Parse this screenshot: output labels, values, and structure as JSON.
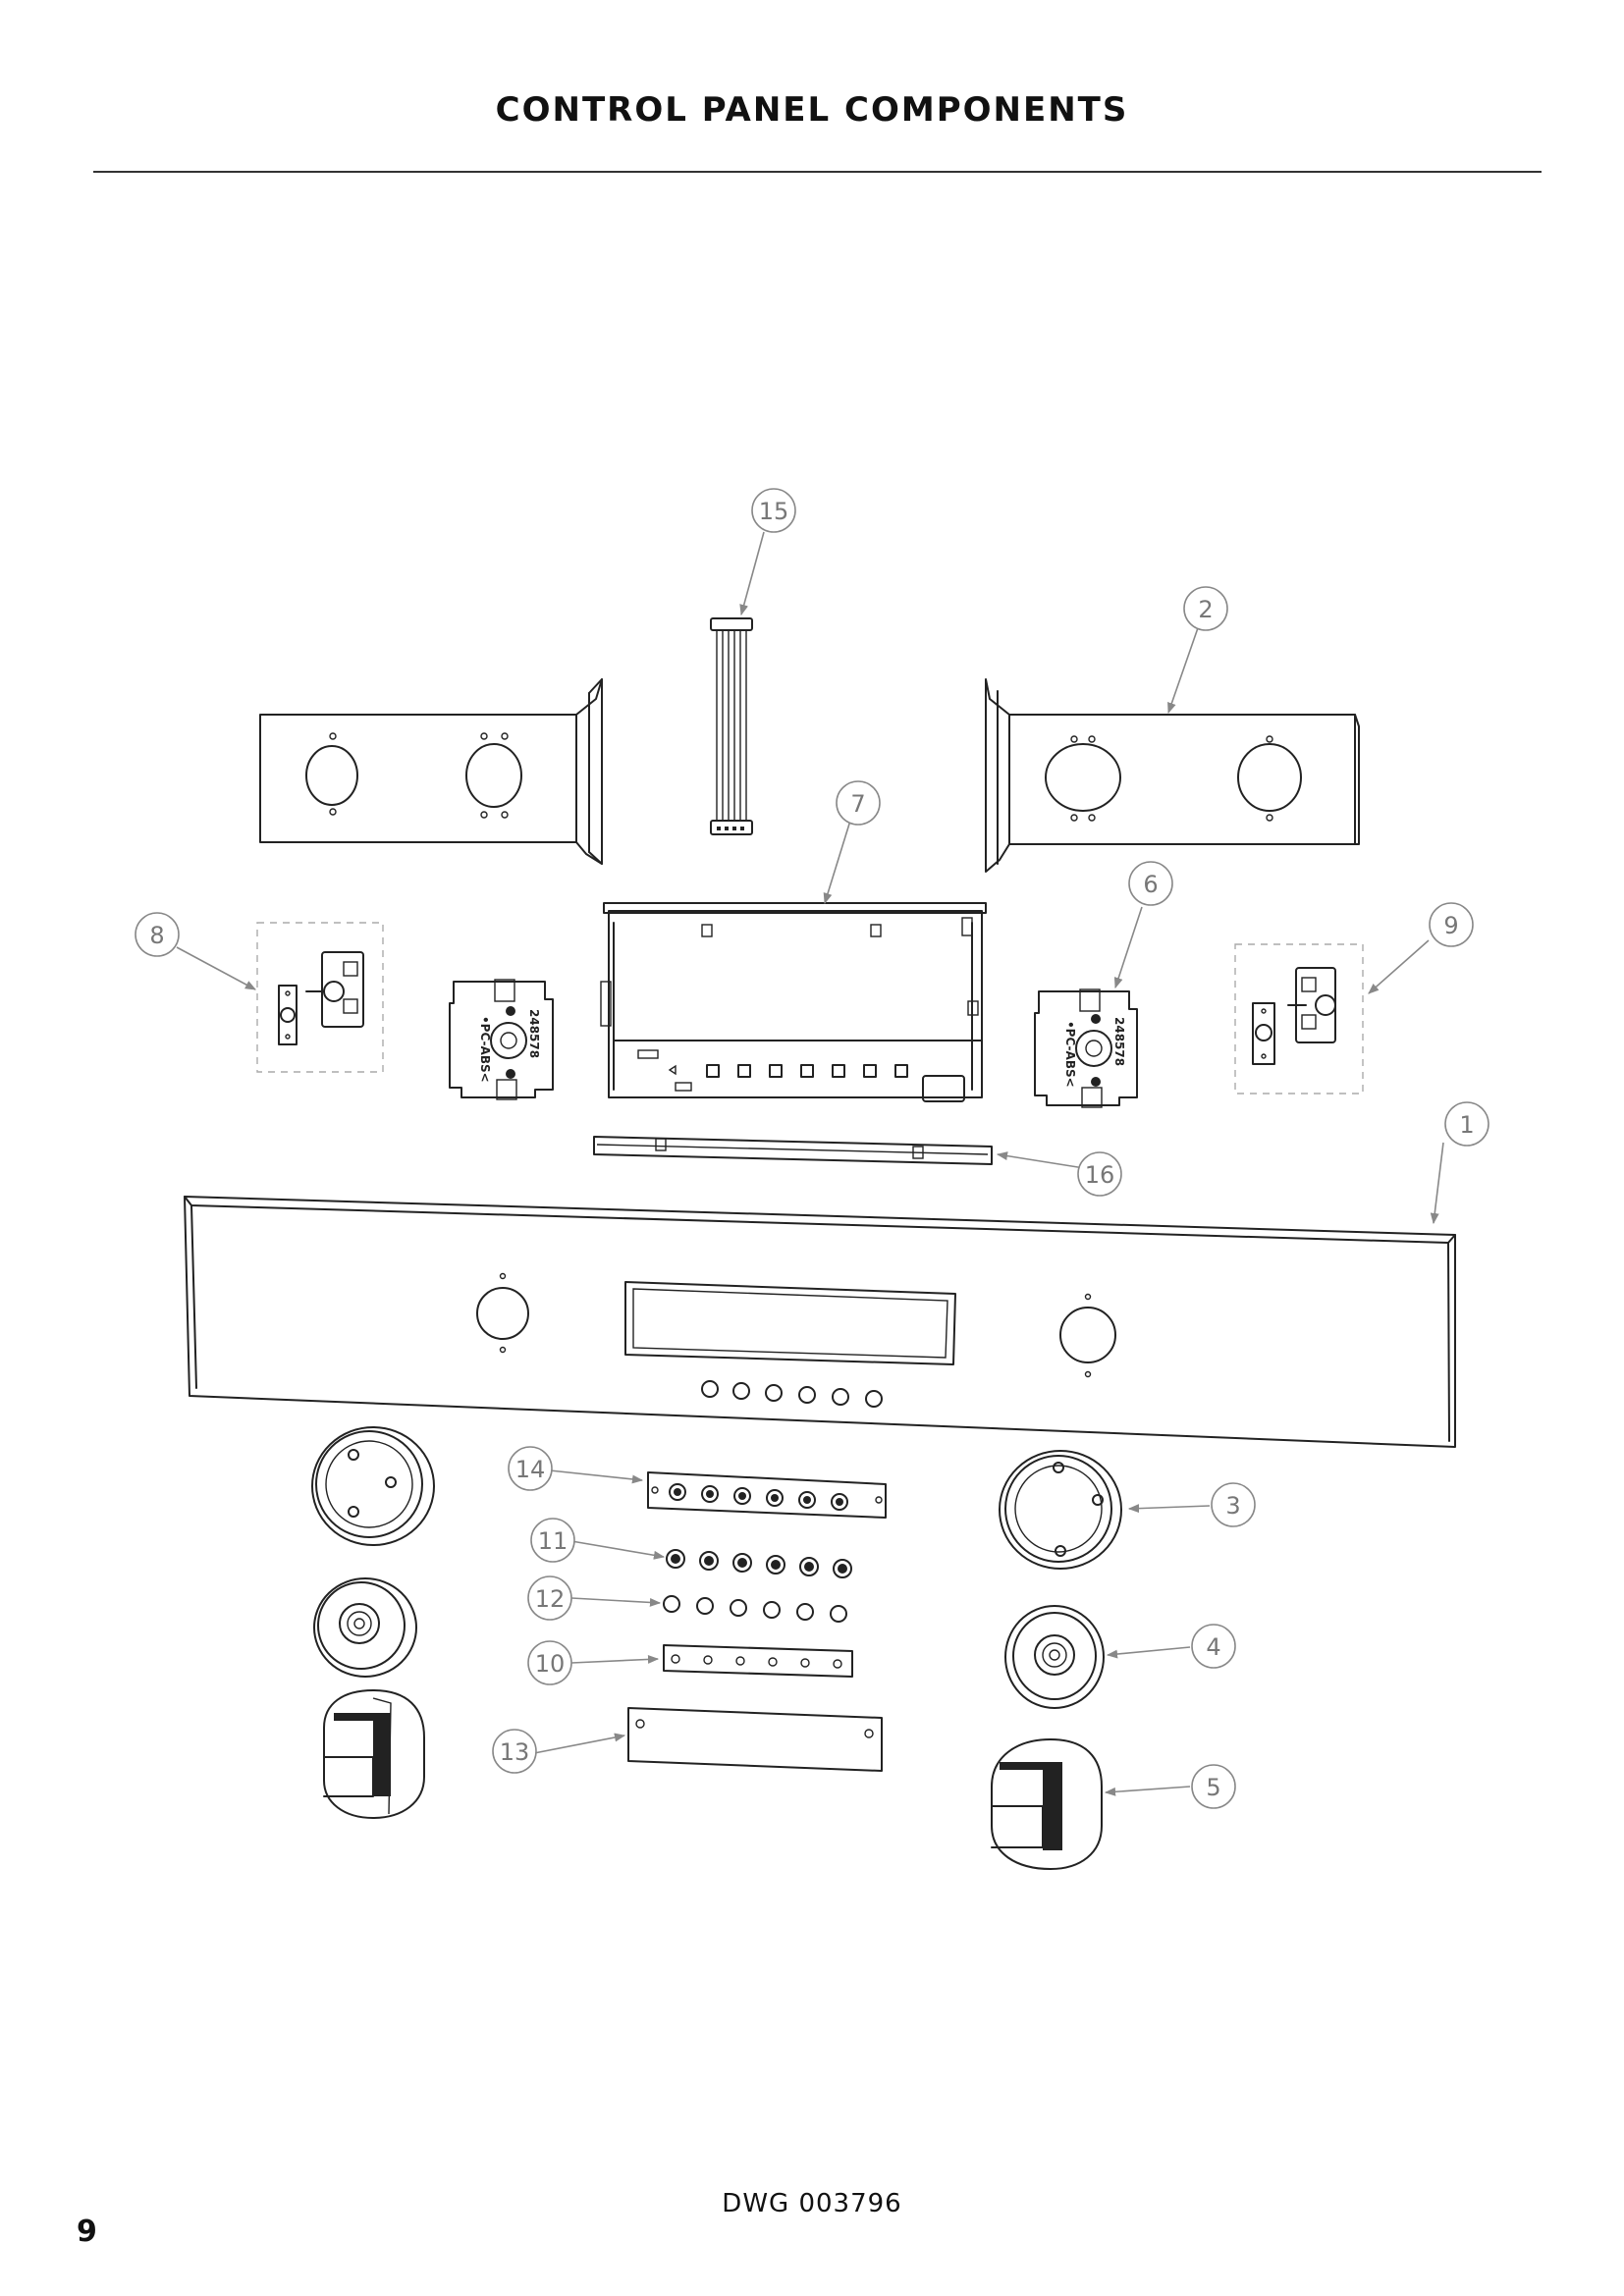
{
  "page": {
    "title": "CONTROL PANEL COMPONENTS",
    "drawing_number": "DWG 003796",
    "page_number": "9"
  },
  "stamps": {
    "material": "•PC-ABS<",
    "part_code": "248578"
  },
  "callouts": [
    {
      "id": "1",
      "label": "1"
    },
    {
      "id": "2",
      "label": "2"
    },
    {
      "id": "3",
      "label": "3"
    },
    {
      "id": "4",
      "label": "4"
    },
    {
      "id": "5",
      "label": "5"
    },
    {
      "id": "6",
      "label": "6"
    },
    {
      "id": "7",
      "label": "7"
    },
    {
      "id": "8",
      "label": "8"
    },
    {
      "id": "9",
      "label": "9"
    },
    {
      "id": "10",
      "label": "10"
    },
    {
      "id": "11",
      "label": "11"
    },
    {
      "id": "12",
      "label": "12"
    },
    {
      "id": "13",
      "label": "13"
    },
    {
      "id": "14",
      "label": "14"
    },
    {
      "id": "15",
      "label": "15"
    },
    {
      "id": "16",
      "label": "16"
    }
  ]
}
